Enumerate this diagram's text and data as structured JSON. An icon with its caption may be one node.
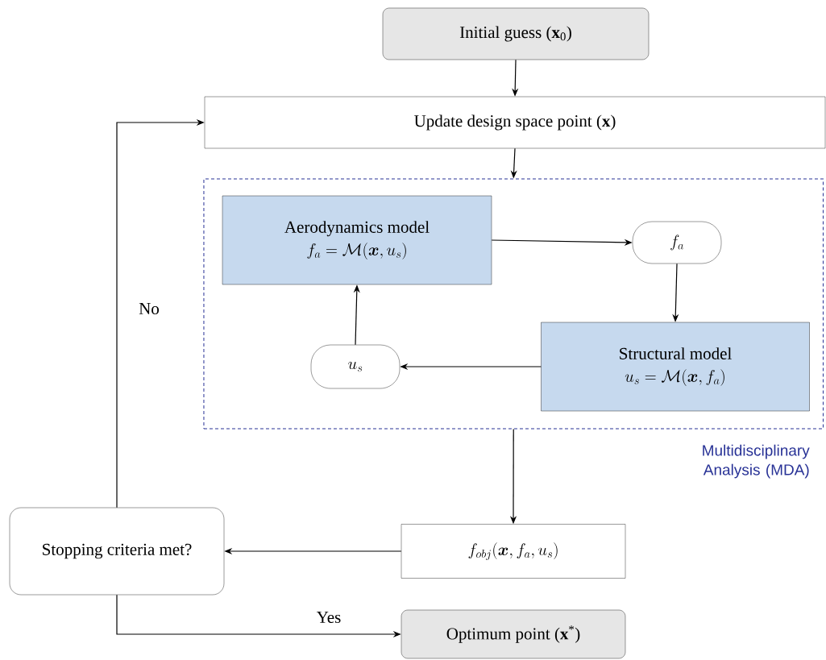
{
  "diagram": {
    "nodes": [
      {
        "text": [
          "Initial guess (**x**$_{0}$)"
        ]
      },
      {
        "text": [
          "Update design space point (**x**)"
        ]
      },
      {
        "text": [
          "Multidisciplinary Analysis (MDA)"
        ]
      },
      {
        "text": [
          "Aerodynamics model",
          "f_a = \\mathcal{M}(\\boldsymbol{x}, u_s)"
        ],
        "in": 2
      },
      {
        "text": [
          "f_a"
        ],
        "in": 2
      },
      {
        "text": [
          "u_s"
        ],
        "in": 2
      },
      {
        "text": [
          "Structural model",
          "u_s = \\mathcal{M}(\\boldsymbol{x}, f_a)"
        ],
        "in": 2
      },
      {
        "text": [
          "f_{obj}(\\boldsymbol{x}, f_a, u_s)"
        ]
      },
      {
        "text": [
          "Stopping criteria met?"
        ]
      },
      {
        "text": [
          "Optimum point (**x**$^{*}$)"
        ]
      }
    ],
    "edges": [
      {
        "from": 0,
        "to": 1,
        "arrow": "to"
      },
      {
        "from": 1,
        "to": 2,
        "arrow": "to"
      },
      {
        "from": 3,
        "to": 4,
        "arrow": "to"
      },
      {
        "from": 4,
        "to": 6,
        "arrow": "to"
      },
      {
        "from": 6,
        "to": 5,
        "arrow": "to"
      },
      {
        "from": 5,
        "to": 3,
        "arrow": "to"
      },
      {
        "from": 2,
        "to": 7,
        "arrow": "to"
      },
      {
        "from": 7,
        "to": 8,
        "arrow": "to"
      },
      {
        "from": 8,
        "to": 1,
        "arrow": "to",
        "label": "No"
      },
      {
        "from": 8,
        "to": 9,
        "arrow": "to",
        "label": "Yes"
      }
    ]
  }
}
